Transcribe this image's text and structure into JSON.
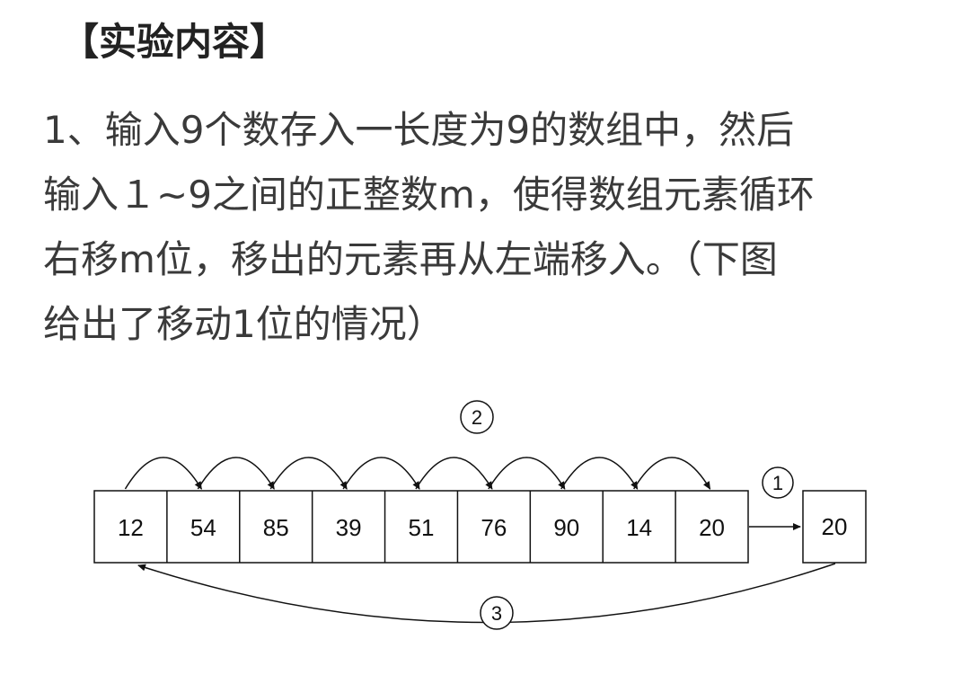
{
  "heading": "【实验内容】",
  "paragraph": {
    "lines": [
      "1、输入9个数存入一长度为9的数组中，然后",
      "输入１~9之间的正整数m，使得数组元素循环",
      "右移m位，移出的元素再从左端移入。（下图",
      "给出了移动1位的情况）"
    ]
  },
  "diagram": {
    "array_values": [
      "12",
      "54",
      "85",
      "39",
      "51",
      "76",
      "90",
      "14",
      "20"
    ],
    "moved_value": "20",
    "step_labels": [
      "1",
      "2",
      "3"
    ]
  }
}
